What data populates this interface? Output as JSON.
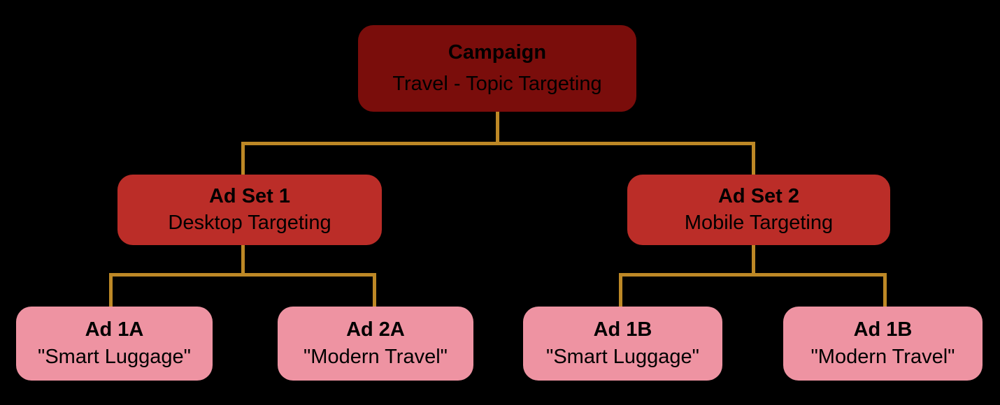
{
  "diagram": {
    "type": "tree",
    "root": "campaign",
    "edges": [
      [
        "campaign",
        "adset1"
      ],
      [
        "campaign",
        "adset2"
      ],
      [
        "adset1",
        "ad1a"
      ],
      [
        "adset1",
        "ad2a"
      ],
      [
        "adset2",
        "ad1b_smart"
      ],
      [
        "adset2",
        "ad1b_modern"
      ]
    ]
  },
  "nodes": {
    "campaign": {
      "title": "Campaign",
      "subtitle": "Travel - Topic Targeting"
    },
    "adset1": {
      "title": "Ad Set 1",
      "subtitle": "Desktop Targeting"
    },
    "adset2": {
      "title": "Ad Set 2",
      "subtitle": "Mobile Targeting"
    },
    "ad1a": {
      "title": "Ad 1A",
      "subtitle": "\"Smart Luggage\""
    },
    "ad2a": {
      "title": "Ad 2A",
      "subtitle": "\"Modern Travel\""
    },
    "ad1b_smart": {
      "title": "Ad 1B",
      "subtitle": "\"Smart Luggage\""
    },
    "ad1b_modern": {
      "title": "Ad 1B",
      "subtitle": "\"Modern Travel\""
    }
  },
  "colors": {
    "background": "#000000",
    "campaign-bg": "#7A0D0B",
    "adset-bg": "#BB2D28",
    "ad-bg": "#EE93A2",
    "connector": "#BD8826",
    "text": "#000000"
  }
}
